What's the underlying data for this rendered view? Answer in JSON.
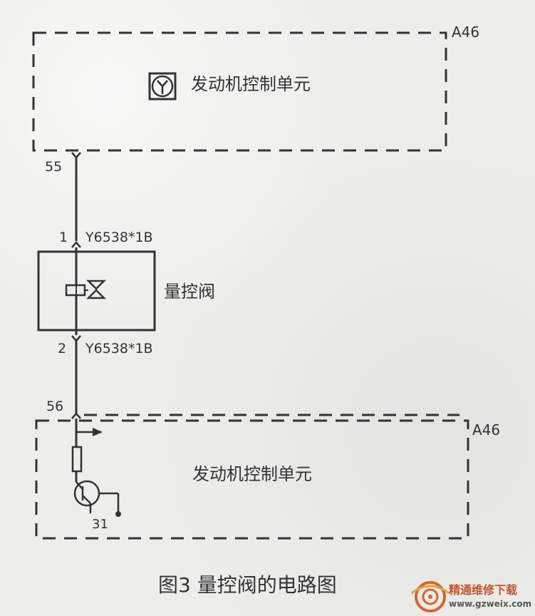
{
  "diagram": {
    "top_module": {
      "id": "A46",
      "label": "发动机控制单元"
    },
    "bottom_module": {
      "id": "A46",
      "label": "发动机控制单元"
    },
    "valve": {
      "label": "量控阀",
      "pin_top": "1",
      "pin_bottom": "2",
      "wire_top": "Y6538*1B",
      "wire_bottom": "Y6538*1B"
    },
    "ecu_pins": {
      "top": "55",
      "bottom": "56",
      "ground": "31"
    }
  },
  "caption": "图3  量控阀的电路图",
  "watermark": {
    "name": "精通维修下载",
    "url": "www.gzweix.com"
  },
  "colors": {
    "line": "#333333",
    "watermark_orange": "#c2572f"
  }
}
